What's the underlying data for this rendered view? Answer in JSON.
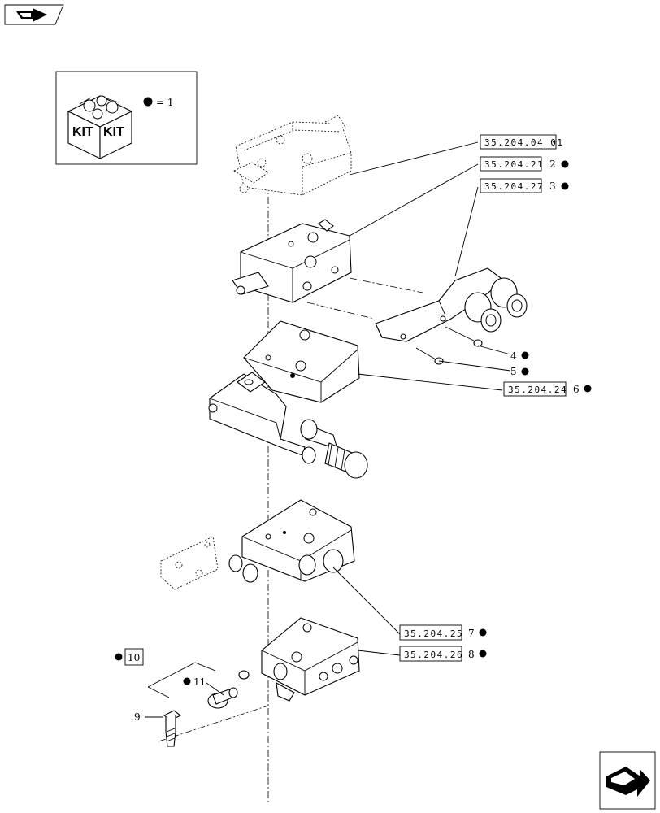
{
  "legend": {
    "equals": "= 1"
  },
  "refs": {
    "r1": "35.204.04 01",
    "r2": "35.204.21",
    "r3": "35.204.27",
    "r6": "35.204.24",
    "r7": "35.204.25",
    "r8": "35.204.26"
  },
  "items": {
    "n2": "2",
    "n3": "3",
    "n4": "4",
    "n5": "5",
    "n6": "6",
    "n7": "7",
    "n8": "8",
    "n9": "9",
    "n10": "10",
    "n11": "11"
  },
  "kit": {
    "label_left": "KIT",
    "label_right": "KIT"
  },
  "icons": {
    "top_left": "forward-arrow-tab-icon",
    "bottom_right": "next-page-arrow-icon"
  }
}
